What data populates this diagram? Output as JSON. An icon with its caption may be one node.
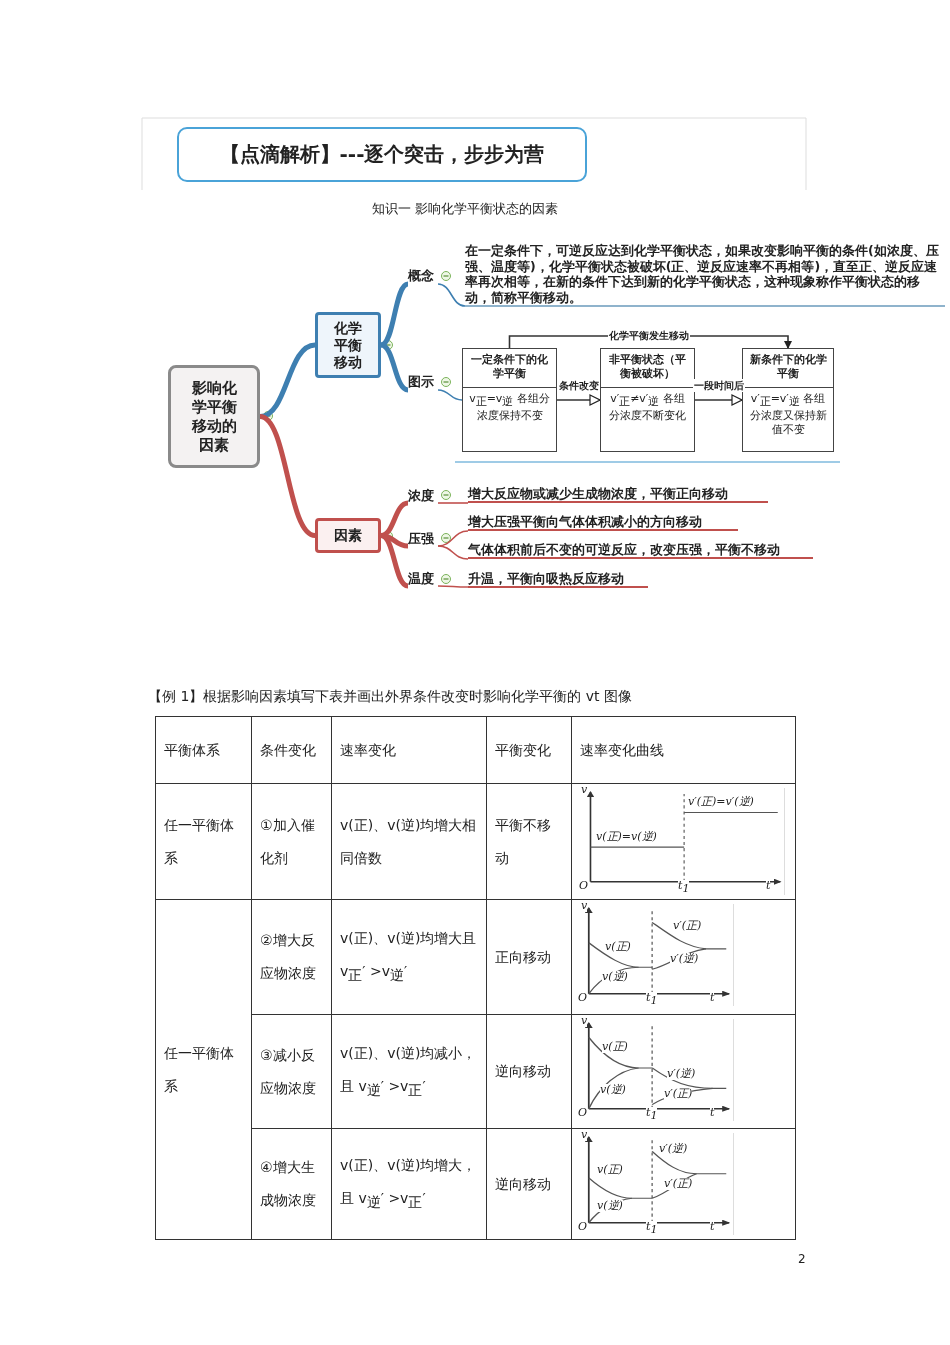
{
  "diagram": {
    "title": "【点滴解析】---逐个突击，步步为营",
    "nodes": [
      {
        "text": [
          "影响化学平衡移动的因素"
        ]
      },
      {
        "text": [
          "化学平衡移动"
        ]
      },
      {
        "text": [
          "因素"
        ]
      },
      {
        "text": [
          "概念"
        ]
      },
      {
        "text": [
          "在一定条件下，可逆反应达到化学平衡状态，如果改变影响平衡的条件(如浓度、压强、温度等)，化学平衡状态被破坏(正、逆反应速率不再相等)，直至正、逆反应速率再次相等，在新的条件下达到新的化学平衡状态，这种现象称作平衡状态的移动，简称平衡移动。"
        ]
      },
      {
        "text": [
          "图示"
        ]
      },
      {
        "text": [
          "一定条件下的化学平衡",
          "v$_{正}$=v$_{逆}$ 各组分浓度保持不变"
        ]
      },
      {
        "text": [
          "非平衡状态（平衡被破坏）",
          "v′$_{正}$≠v′$_{逆}$ 各组分浓度不断变化"
        ]
      },
      {
        "text": [
          "新条件下的化学平衡",
          "v′$_{正}$=v′$_{逆}$ 各组分浓度又保持新值不变"
        ]
      },
      {
        "text": [
          "浓度"
        ]
      },
      {
        "text": [
          "压强"
        ]
      },
      {
        "text": [
          "温度"
        ]
      },
      {
        "text": [
          "增大反应物或减少生成物浓度，平衡正向移动"
        ]
      },
      {
        "text": [
          "增大压强平衡向气体体积减小的方向移动"
        ]
      },
      {
        "text": [
          "气体体积前后不变的可逆反应，改变压强，平衡不移动"
        ]
      },
      {
        "text": [
          "升温，平衡向吸热反应移动"
        ]
      }
    ],
    "edges": [
      {
        "from": 0,
        "to": 1,
        "arrow": "none",
        "style": "thick",
        "color": "#3e7fb1"
      },
      {
        "from": 0,
        "to": 2,
        "arrow": "none",
        "style": "thick"
      },
      {
        "from": 1,
        "to": 3,
        "arrow": "none",
        "style": "thick",
        "color": "#3e7fb1"
      },
      {
        "from": 3,
        "to": 4,
        "arrow": "none",
        "color": "#3e7fb1"
      },
      {
        "from": 1,
        "to": 5,
        "arrow": "none",
        "style": "thick",
        "color": "#3e7fb1"
      },
      {
        "from": 5,
        "to": 6,
        "arrow": "none",
        "color": "#3e7fb1"
      },
      {
        "from": 6,
        "to": 7,
        "arrow": "to",
        "label": "条件改变",
        "color": "#333333"
      },
      {
        "from": 7,
        "to": 8,
        "arrow": "to",
        "label": "一段时间后",
        "color": "#333333"
      },
      {
        "from": 6,
        "to": 8,
        "arrow": "to",
        "label": "化学平衡发生移动",
        "color": "#333333"
      },
      {
        "from": 2,
        "to": 9,
        "arrow": "none",
        "style": "thick"
      },
      {
        "from": 2,
        "to": 10,
        "arrow": "none",
        "style": "thick"
      },
      {
        "from": 2,
        "to": 11,
        "arrow": "none",
        "style": "thick"
      },
      {
        "from": 9,
        "to": 12,
        "arrow": "none"
      },
      {
        "from": 10,
        "to": 13,
        "arrow": "none"
      },
      {
        "from": 10,
        "to": 14,
        "arrow": "none"
      },
      {
        "from": 11,
        "to": 15,
        "arrow": "none"
      }
    ],
    "labels": [
      "知识一 影响化学平衡状态的因素",
      "【例 1】根据影响因素填写下表并画出外界条件改变时影响化学平衡的 vt 图像",
      "平衡体系",
      "条件变化",
      "速率变化",
      "平衡变化",
      "速率变化曲线",
      "任一平衡体系",
      "①加入催化剂",
      "v(正)、v(逆)均增大相同倍数",
      "平衡不移动",
      "v",
      "v′(正)=v′(逆)",
      "v(正)=v(逆)",
      "O",
      "t$_{1}$",
      "t",
      "任一平衡体系",
      "②增大反应物浓度",
      "v(正)、v(逆)均增大且 v$_{正}$′ >v$_{逆}$′",
      "正向移动",
      "v",
      "v′(正)",
      "v(正)",
      "v′(逆)",
      "v(逆)",
      "O",
      "t$_{1}$",
      "t",
      "③减小反应物浓度",
      "v(正)、v(逆)均减小，且 v$_{逆}$′ >v$_{正}$′",
      "逆向移动",
      "v",
      "v(正)",
      "v′(逆)",
      "v(逆)",
      "v′(正)",
      "O",
      "t$_{1}$",
      "t",
      "④增大生成物浓度",
      "v(正)、v(逆)均增大，且 v$_{逆}$′ >v$_{正}$′",
      "逆向移动",
      "v",
      "v′(逆)",
      "v(正)",
      "v′(正)",
      "v(逆)",
      "O",
      "t$_{1}$",
      "t",
      "2"
    ]
  }
}
